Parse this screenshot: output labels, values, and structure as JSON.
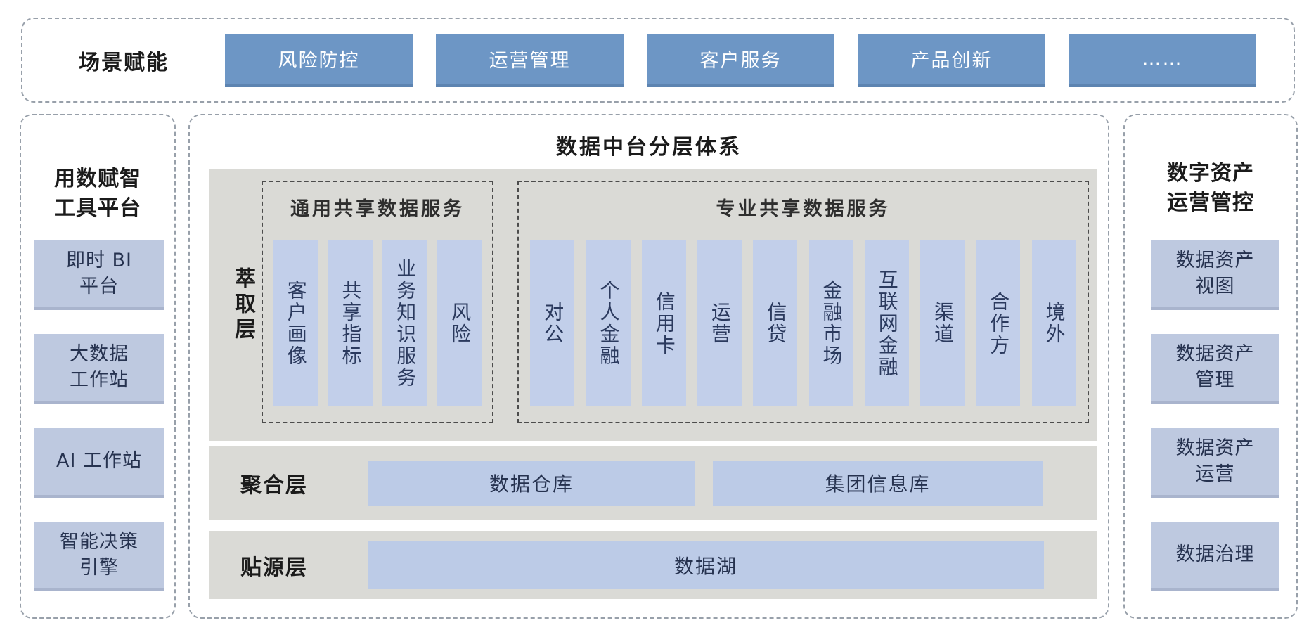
{
  "colors": {
    "button_blue": "#6d96c5",
    "column_blue": "#c2cfea",
    "side_box_blue": "#bec9e0",
    "layer_gray": "#dadad6",
    "text_navy": "#26324f"
  },
  "scene_band": {
    "label": "场景赋能",
    "buttons": [
      "风险防控",
      "运营管理",
      "客户服务",
      "产品创新",
      "……"
    ]
  },
  "left_panel": {
    "title": "用数赋智\n工具平台",
    "items": [
      "即时 BI\n平台",
      "大数据\n工作站",
      "AI 工作站",
      "智能决策\n引擎"
    ]
  },
  "center_panel": {
    "title": "数据中台分层体系",
    "extract_layer": {
      "label": "萃取层",
      "general_services": {
        "title": "通用共享数据服务",
        "columns": [
          "客户画像",
          "共享指标",
          "业务知识服务",
          "风险"
        ]
      },
      "professional_services": {
        "title": "专业共享数据服务",
        "columns": [
          "对公",
          "个人金融",
          "信用卡",
          "运营",
          "信贷",
          "金融市场",
          "互联网金融",
          "渠道",
          "合作方",
          "境外"
        ]
      }
    },
    "aggregate_layer": {
      "label": "聚合层",
      "items": [
        "数据仓库",
        "集团信息库"
      ]
    },
    "source_layer": {
      "label": "贴源层",
      "items": [
        "数据湖"
      ]
    }
  },
  "right_panel": {
    "title": "数字资产\n运营管控",
    "items": [
      "数据资产\n视图",
      "数据资产\n管理",
      "数据资产\n运营",
      "数据治理"
    ]
  }
}
